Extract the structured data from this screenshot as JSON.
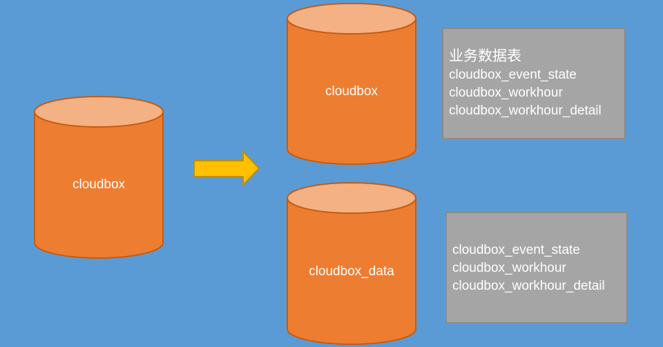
{
  "diagram": {
    "colors": {
      "background": "#5b9bd5",
      "cylinder_body": "#ed7d31",
      "cylinder_top": "#f4b183",
      "cylinder_stroke": "#c55a11",
      "arrow_fill": "#ffc000",
      "arrow_stroke": "#bf9000",
      "box_fill": "#a5a5a5"
    },
    "source_db": {
      "label": "cloudbox"
    },
    "target_dbs": [
      {
        "label": "cloudbox"
      },
      {
        "label": "cloudbox_data"
      }
    ],
    "tables_box_1": {
      "title": "业务数据表",
      "items": [
        "cloudbox_event_state",
        "cloudbox_workhour",
        "cloudbox_workhour_detail"
      ]
    },
    "tables_box_2": {
      "items": [
        "cloudbox_event_state",
        "cloudbox_workhour",
        "cloudbox_workhour_detail"
      ]
    }
  }
}
